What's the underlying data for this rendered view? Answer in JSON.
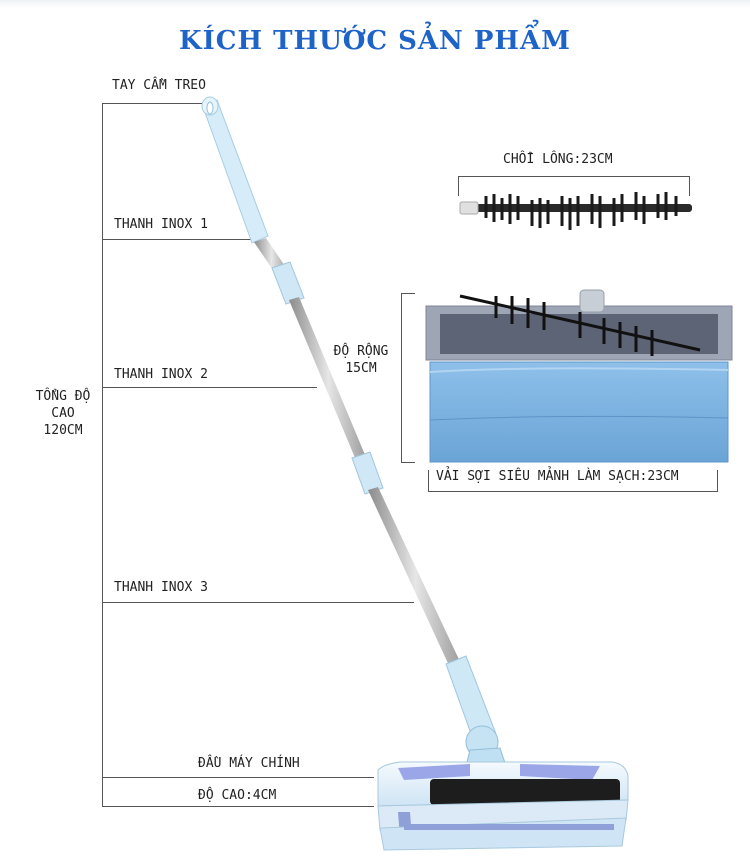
{
  "title": "KÍCH THƯỚC SẢN PHẨM",
  "labels": {
    "handle": "TAY CẦM TREO",
    "bar1": "THANH INOX 1",
    "bar2": "THANH INOX 2",
    "bar3": "THANH INOX 3",
    "total_height_line1": "TỔNG ĐỘ",
    "total_height_line2": "CAO",
    "total_height_line3": "120CM",
    "width_line1": "ĐỘ RỘNG",
    "width_line2": "15CM",
    "main_head": "ĐẦU MÁY CHÍNH",
    "height": "ĐỘ CAO:4CM",
    "brush": "CHỔI LÔNG:23CM",
    "cloth": "VẢI SỢI SIÊU MẢNH LÀM SẠCH:23CM"
  },
  "colors": {
    "title": "#1e63c8",
    "pole_light": "#cfe8f6",
    "steel": "#b9b9b9",
    "pad": "#7db3e0",
    "head_body": "#eaf3fb",
    "head_accent": "#9aa6e8"
  }
}
